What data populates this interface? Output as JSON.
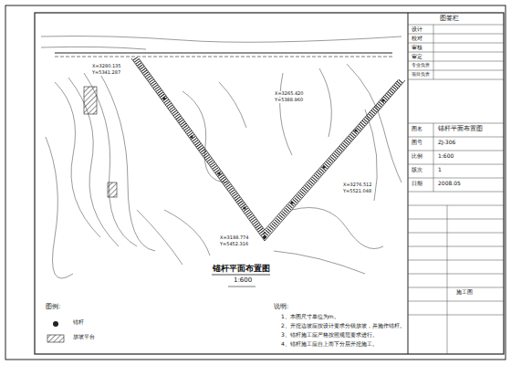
{
  "diagram": {
    "title": "锚杆平面布置图",
    "labels": [
      "1:600",
      "X=3280.135",
      "Y=5341.287",
      "X=3265.420",
      "Y=5388.960",
      "X=3198.774",
      "Y=5452.316",
      "X=3276.512",
      "Y=5521.048",
      "图签栏",
      "设计",
      "校对",
      "审核",
      "审定",
      "专业负责",
      "项目负责",
      "图名",
      "锚杆平面布置图",
      "图号",
      "ZJ-306",
      "比例",
      "1:600",
      "版次",
      "1",
      "日期",
      "2008.05",
      "施工图",
      "说明:",
      "1、本图尺寸单位为m。",
      "2、开挖边坡应按设计要求分级放坡，并施作锚杆。",
      "3、锚杆施工应严格按照规范要求进行。",
      "4、锚杆施工应自上而下分层开挖施工。",
      "图例:"
    ],
    "legend": [
      {
        "text": "锚杆"
      },
      {
        "text": "放坡平台"
      }
    ]
  }
}
